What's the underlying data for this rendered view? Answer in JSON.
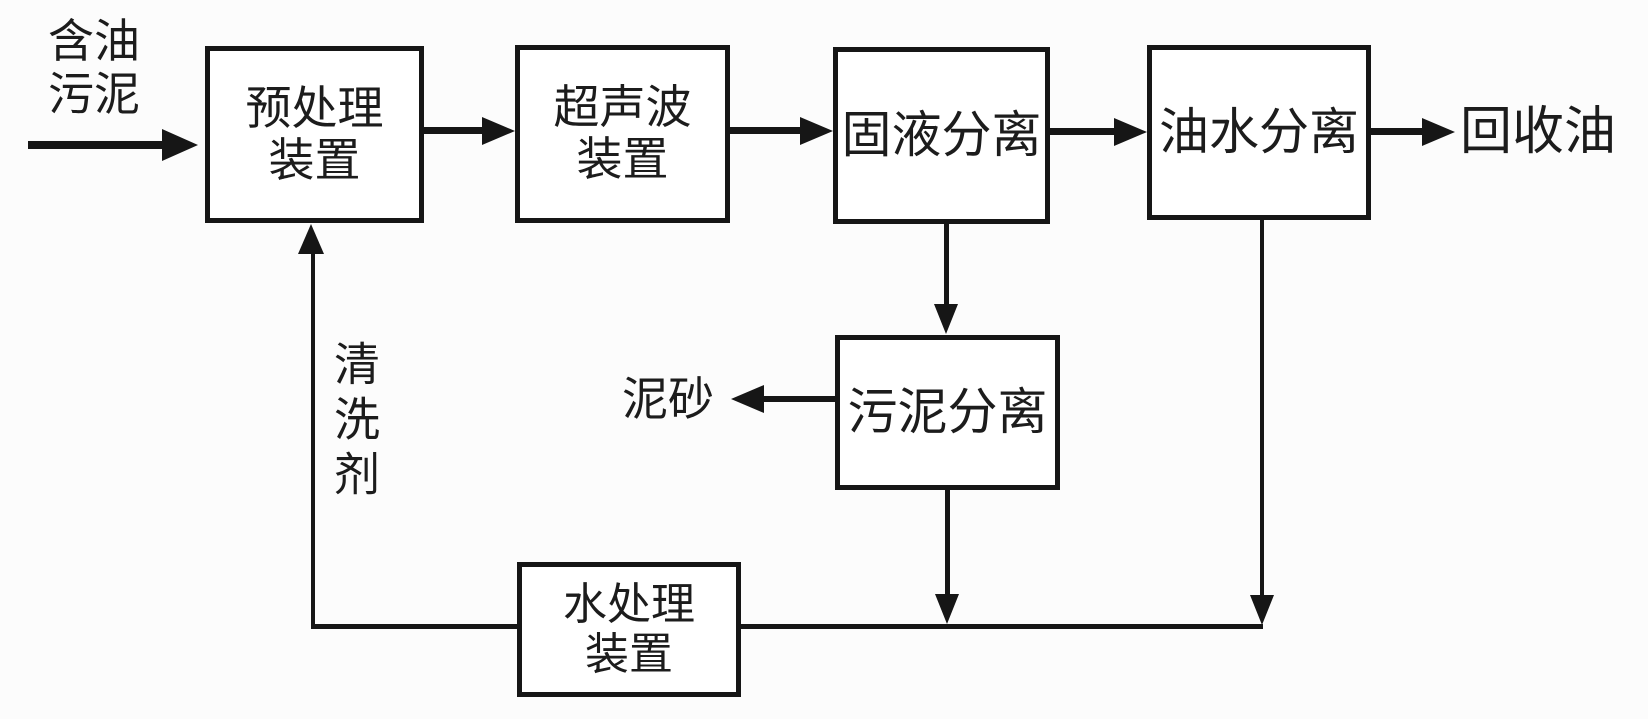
{
  "nodes": {
    "pretreatment": {
      "label": "预处理\n装置"
    },
    "ultrasonic": {
      "label": "超声波\n装置"
    },
    "solid_liquid": {
      "label": "固液分离"
    },
    "oil_water": {
      "label": "油水分离"
    },
    "sludge_separation": {
      "label": "污泥分离"
    },
    "water_treatment": {
      "label": "水处理\n装置"
    }
  },
  "labels": {
    "input": "含油\n污泥",
    "output": "回收油",
    "sand": "泥砂",
    "cleaning_agent": "清洗剂"
  },
  "edges": [
    {
      "from": "含油污泥",
      "to": "预处理装置"
    },
    {
      "from": "预处理装置",
      "to": "超声波装置"
    },
    {
      "from": "超声波装置",
      "to": "固液分离"
    },
    {
      "from": "固液分离",
      "to": "油水分离"
    },
    {
      "from": "油水分离",
      "to": "回收油"
    },
    {
      "from": "固液分离",
      "to": "污泥分离"
    },
    {
      "from": "污泥分离",
      "to": "泥砂"
    },
    {
      "from": "污泥分离",
      "to": "水处理装置"
    },
    {
      "from": "油水分离",
      "to": "水处理装置"
    },
    {
      "from": "水处理装置",
      "to": "预处理装置",
      "via": "清洗剂"
    }
  ],
  "colors": {
    "ink": "#161616",
    "background": "#fcfcfc"
  }
}
